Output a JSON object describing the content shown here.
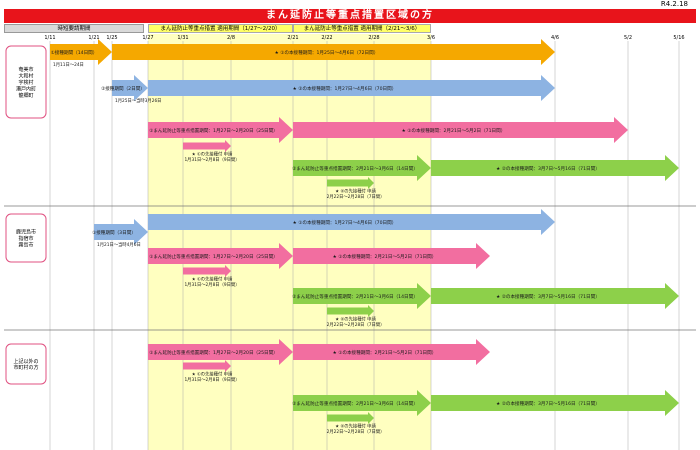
{
  "date": "R4.2.18",
  "title": "まん延防止等重点措置区域の方",
  "headers": {
    "left": "時短要請期間",
    "period1": "まん延防止等重点措置 適用期間（1/27～2/20）",
    "period2": "まん延防止等重点措置 適用期間（2/21～3/6）"
  },
  "date_ticks": [
    "1/11",
    "1/21",
    "1/25",
    "1/27",
    "1/31",
    "2/8",
    "2/21",
    "2/22",
    "2/28",
    "3/6",
    "4/6",
    "5/2",
    "5/16"
  ],
  "groups": [
    {
      "label": "奄美市\n大和村\n宇検村\n瀬戸内町\n龍郷町"
    },
    {
      "label": "鹿児島市\n指宿市\n霧島市"
    },
    {
      "label": "上記以外の\n市町村の方"
    }
  ],
  "arrows": [
    {
      "color": "orange",
      "label": "①接種期間（14日間）",
      "sub": "1月11日～24日"
    },
    {
      "color": "orange",
      "label": "★ ①の本接種期間：1月25日～4月6日（72日間）"
    },
    {
      "color": "blue",
      "label": "②接種期間（2日間）",
      "sub": "1月25日～当時3月26日"
    },
    {
      "color": "blue",
      "label": "★ ②の本接種期間：1月27日～4月6日（70日間）"
    },
    {
      "color": "pink",
      "label": "①まん延防止等重点措置期間：1月27日～2月20日（25日間）"
    },
    {
      "color": "pink",
      "label": "★ ①の本接種期間：2月21日～5月2日（71日間）"
    },
    {
      "color": "pink",
      "label": "",
      "sub": "★ ①の先接種付 申請\n1月31日～2月8日（9日間）"
    },
    {
      "color": "green",
      "label": "②まん延防止等重点措置期間：2月21日～3月6日（14日間）"
    },
    {
      "color": "green",
      "label": "★ ②の本接種期間：3月7日～5月16日（71日間）"
    },
    {
      "color": "green",
      "label": "",
      "sub": "★ ②の先接種付 申請\n2月22日～2月28日（7日間）"
    },
    {
      "color": "blue",
      "label": "①接種期間（3日間）",
      "sub": "1月21日～当時4月6日"
    },
    {
      "color": "blue",
      "label": "★ ①の本接種期間：1月27日～4月6日（70日間）"
    },
    {
      "color": "pink",
      "label": "①まん延防止等重点措置期間：1月27日～2月20日（25日間）"
    },
    {
      "color": "pink",
      "label": "★ ①の本接種期間：2月21日～5月2日（71日間）"
    },
    {
      "color": "pink",
      "label": "",
      "sub": "★ ①の先接種付 申請\n1月31日～2月8日（9日間）"
    },
    {
      "color": "green",
      "label": "②まん延防止等重点措置期間：2月21日～3月6日（14日間）"
    },
    {
      "color": "green",
      "label": "★ ②の本接種期間：3月7日～5月16日（71日間）"
    },
    {
      "color": "green",
      "label": "",
      "sub": "★ ②の先接種付 申請\n2月22日～2月28日（7日間）"
    },
    {
      "color": "pink",
      "label": "①まん延防止等重点措置期間：1月27日～2月20日（25日間）"
    },
    {
      "color": "pink",
      "label": "★ ①の本接種期間：2月21日～5月2日（71日間）"
    },
    {
      "color": "pink",
      "label": "",
      "sub": "★ ①の先接種付 申請\n1月31日～2月8日（9日間）"
    },
    {
      "color": "green",
      "label": "②まん延防止等重点措置期間：2月21日～3月6日（14日間）"
    },
    {
      "color": "green",
      "label": "★ ②の本接種期間：3月7日～5月16日（71日間）"
    },
    {
      "color": "green",
      "label": "",
      "sub": "★ ②の先接種付 申請\n2月22日～2月28日（7日間）"
    }
  ],
  "colors": {
    "orange": "#f5a800",
    "blue": "#8db3e2",
    "pink": "#f26ea0",
    "green": "#8dd04a",
    "yellow": "#ffffc0",
    "red": "#e8141b"
  }
}
